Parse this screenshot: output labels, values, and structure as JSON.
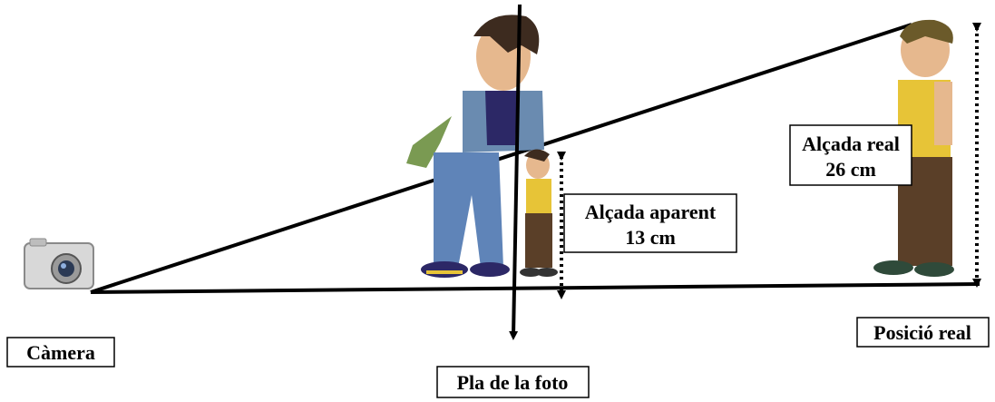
{
  "labels": {
    "camera": "Càmera",
    "photo_plane": "Pla de la foto",
    "apparent_height_title": "Alçada aparent",
    "apparent_height_value": "13 cm",
    "real_height_title": "Alçada real",
    "real_height_value": "26 cm",
    "real_position": "Posició real"
  },
  "colors": {
    "line": "#000000",
    "background": "#ffffff",
    "jacket": "#6a8bb0",
    "jeans": "#5f84b8",
    "shirt": "#2c2866",
    "camo": "#7a9a52",
    "hair": "#3d2b1f",
    "skin": "#e6b88e",
    "yellow_shirt": "#e7c437",
    "brown_pants": "#5a3f28",
    "camera_body": "#d8d8d8"
  }
}
